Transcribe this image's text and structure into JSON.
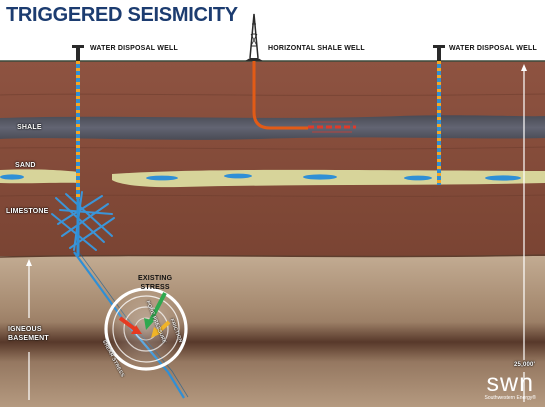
{
  "title": "TRIGGERED SEISMICITY",
  "wells": {
    "left": "WATER DISPOSAL WELL",
    "center": "HORIZONTAL SHALE WELL",
    "right": "WATER DISPOSAL WELL"
  },
  "layers": {
    "shale": "SHALE",
    "sand": "SAND",
    "limestone": "LIMESTONE",
    "basement": "IGNEOUS\nBASEMENT"
  },
  "stress": {
    "existing": "EXISTING\nSTRESS",
    "shear": "SHEAR STRESS",
    "pore": "PORE PRESSURE",
    "friction": "FRICTION"
  },
  "scale": {
    "depth": "25,000'"
  },
  "logo": {
    "wordmark": "swn",
    "company": "Southwestern Energy®"
  },
  "colors": {
    "title": "#1c3c70",
    "sky": "#ffffff",
    "sediment": "#874f3e",
    "shale_band": "#55565f",
    "sand_band": "#d7d49a",
    "water": "#2f8fd6",
    "frac_line": "#e25b16",
    "basement": "#b9a085",
    "well_stripe": "#f5a623"
  }
}
